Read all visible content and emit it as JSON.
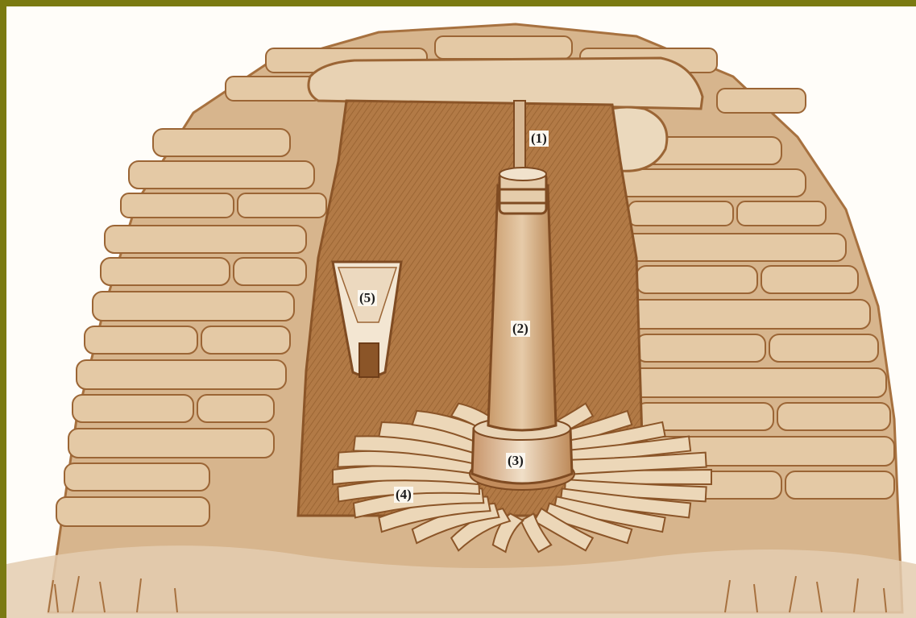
{
  "figure": {
    "frame_color": "#7a7a12",
    "ink_color": "#b57a45",
    "paper_color": "#fffdf9",
    "labels": {
      "shaft": "(1)",
      "millstone_axle": "(2)",
      "hub": "(3)",
      "paddles": "(4)",
      "hopper": "(5)"
    }
  }
}
